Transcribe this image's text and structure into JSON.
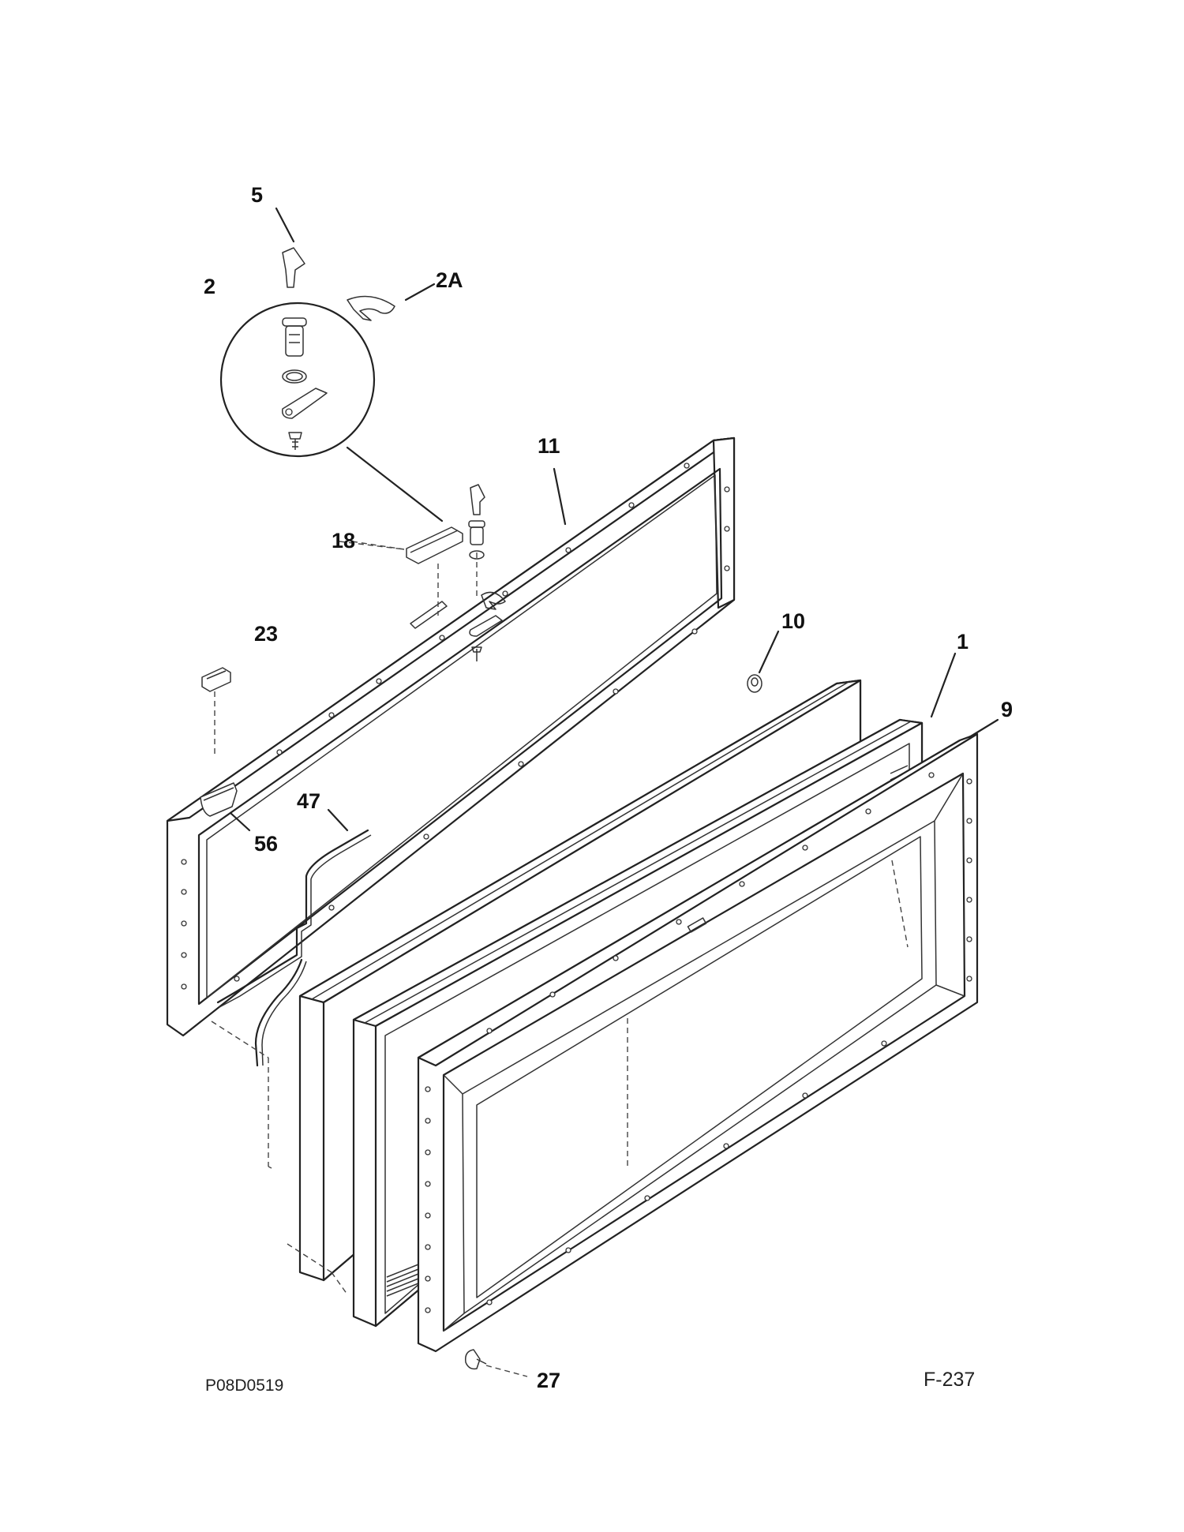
{
  "diagram": {
    "parts": [
      {
        "id": "p5",
        "label": "5"
      },
      {
        "id": "p2",
        "label": "2"
      },
      {
        "id": "p2A",
        "label": "2A"
      },
      {
        "id": "p11",
        "label": "11"
      },
      {
        "id": "p18",
        "label": "18"
      },
      {
        "id": "p23",
        "label": "23"
      },
      {
        "id": "p10",
        "label": "10"
      },
      {
        "id": "p1",
        "label": "1"
      },
      {
        "id": "p9",
        "label": "9"
      },
      {
        "id": "p47",
        "label": "47"
      },
      {
        "id": "p56",
        "label": "56"
      },
      {
        "id": "p27",
        "label": "27"
      }
    ],
    "drawing_code": "P08D0519",
    "figure_number": "F-237"
  }
}
